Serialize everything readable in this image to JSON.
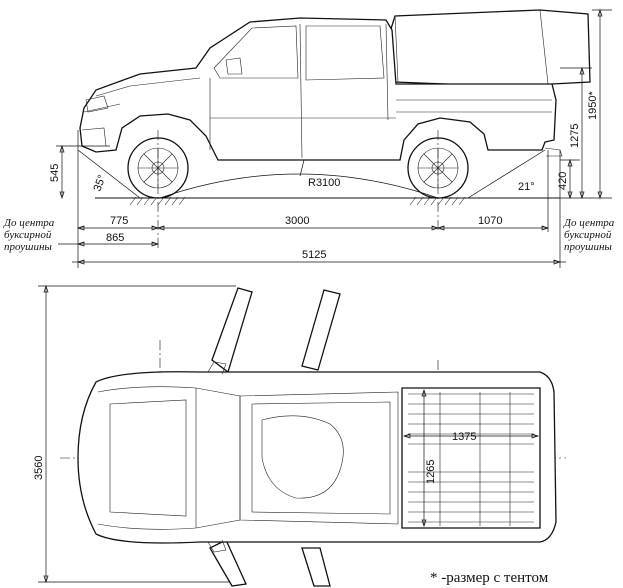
{
  "side_view": {
    "dimensions": {
      "front_overhang": "775",
      "wheelbase": "3000",
      "rear_overhang": "1070",
      "towing_front": "865",
      "overall_length": "5125",
      "height_hood": "545",
      "height_bed": "1275",
      "height_tent": "1950*",
      "height_rear": "420",
      "turn_radius": "R3100"
    },
    "angles": {
      "approach": "35°",
      "departure": "21°"
    },
    "towing_label_left": [
      "До центра",
      "буксирной",
      "проушины"
    ],
    "towing_label_right": [
      "До центра",
      "буксирной",
      "проушины"
    ]
  },
  "top_view": {
    "dimensions": {
      "overall_width": "3560",
      "bed_length": "1375",
      "bed_width": "1265"
    }
  },
  "footnote": "* -размер с тентом"
}
